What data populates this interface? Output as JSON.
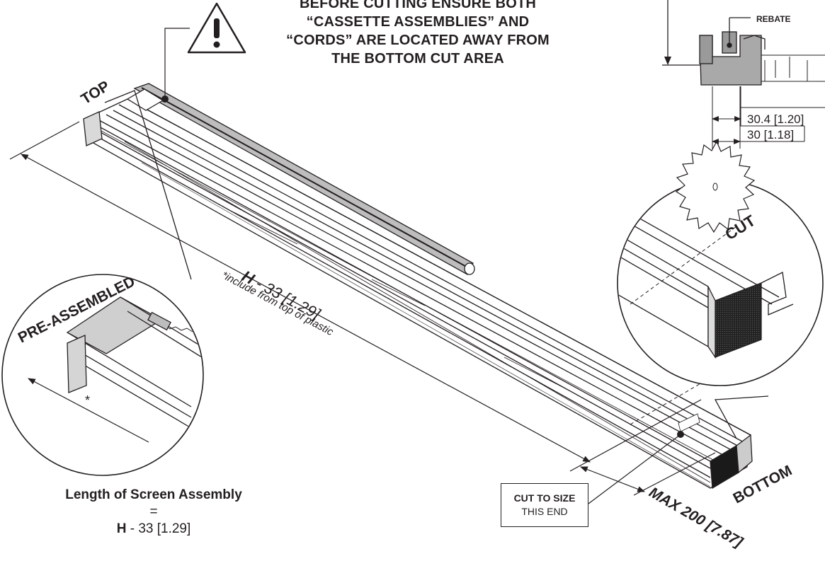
{
  "warning": {
    "lines": [
      "BEFORE CUTTING ENSURE BOTH",
      "“CASSETTE ASSEMBLIES” AND",
      "“CORDS” ARE LOCATED AWAY FROM",
      "THE BOTTOM CUT AREA"
    ],
    "icon": "warning-triangle-icon"
  },
  "labels": {
    "top": "TOP",
    "bottom": "BOTTOM",
    "pre_assembled": "PRE-ASSEMBLED",
    "cut": "CUT",
    "rebate": "REBATE",
    "asterisk": "*"
  },
  "dimensions": {
    "main_h": "H",
    "main_rest": " - 33 [1.29]",
    "note": "*include from top of plastic",
    "max": "MAX 200 [7.87]",
    "d1": "30.4 [1.20]",
    "d2": "30 [1.18]"
  },
  "length_label": {
    "line1_title": "Length of Screen Assembly",
    "line1_eq": " =",
    "line2_h": "H",
    "line2_rest": " - 33 [1.29]"
  },
  "cut_box": {
    "line1": "CUT TO SIZE",
    "line2": "THIS END"
  },
  "colors": {
    "ink": "#231f20",
    "profile_fill": "#a9a9a9",
    "light_grey": "#d9d9d9"
  }
}
